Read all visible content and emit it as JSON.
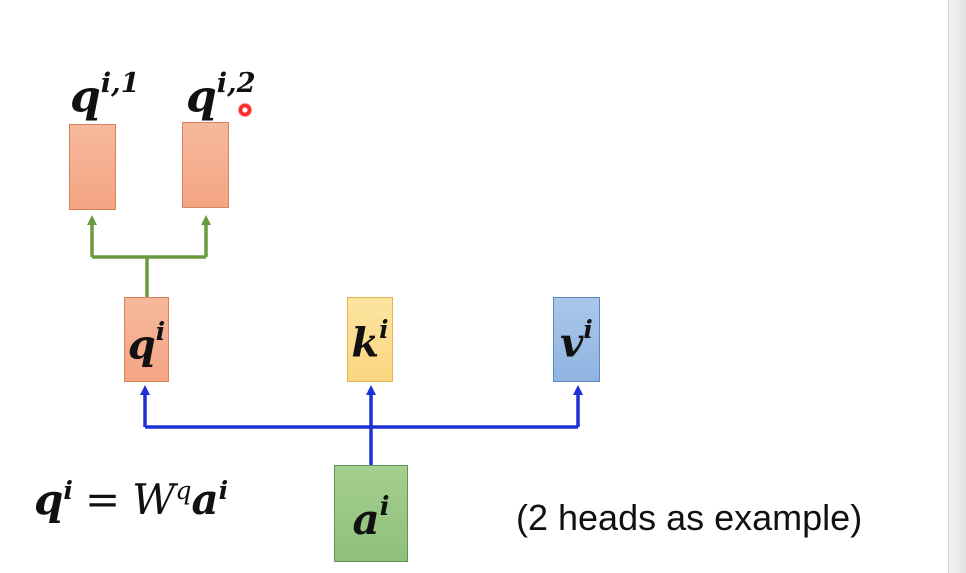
{
  "diagram": {
    "output_heads": [
      {
        "base": "q",
        "sup": "i,1"
      },
      {
        "base": "q",
        "sup": "i,2"
      }
    ],
    "middle": {
      "q": {
        "base": "q",
        "sup": "i"
      },
      "k": {
        "base": "k",
        "sup": "i"
      },
      "v": {
        "base": "v",
        "sup": "i"
      }
    },
    "input": {
      "base": "a",
      "sup": "i"
    },
    "equation": {
      "lhs_base": "q",
      "lhs_sup": "i",
      "op": "=",
      "w": "W",
      "w_sup": "q",
      "rhs_base": "a",
      "rhs_sup": "i"
    },
    "caption": "(2 heads as example)"
  },
  "colors": {
    "orange": "#f4a583",
    "yellow": "#fbd680",
    "blue": "#8fb4e2",
    "green": "#8fc07a",
    "arrow_blue": "#1f2fd6",
    "arrow_green": "#6a9a3e"
  }
}
